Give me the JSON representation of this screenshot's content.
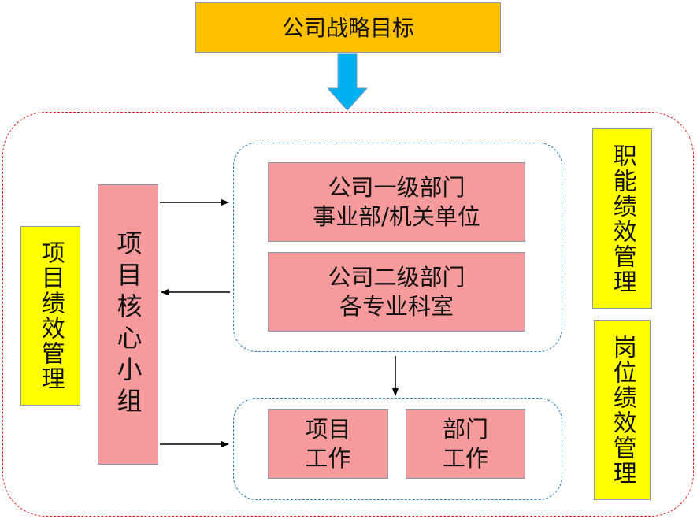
{
  "top_goal": "公司战略目标",
  "project_performance": "项目绩效管理",
  "core_group": "项目核心小组",
  "dept_level1": {
    "line1": "公司一级部门",
    "line2": "事业部/机关单位"
  },
  "dept_level2": {
    "line1": "公司二级部门",
    "line2": "各专业科室"
  },
  "project_work": {
    "line1": "项目",
    "line2": "工作"
  },
  "dept_work": {
    "line1": "部门",
    "line2": "工作"
  },
  "functional_performance": "职能绩效管理",
  "position_performance": "岗位绩效管理",
  "colors": {
    "goal_fill": "#ffc000",
    "down_arrow": "#00b0f0",
    "pink_fill": "#f79a9b",
    "yellow_fill": "#ffff00",
    "outer_dash": "#e02020",
    "inner_dash": "#2f7fc0"
  }
}
